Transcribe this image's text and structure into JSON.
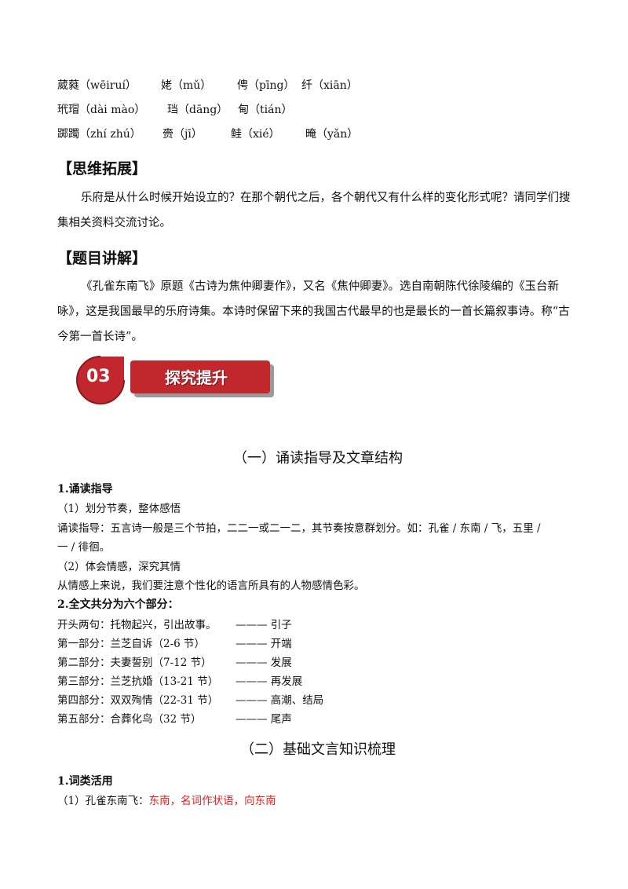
{
  "pinyin_rows": [
    [
      "葳蕤（wēiruí）",
      "姥（mǔ）",
      "俜（pīng）",
      "纤（xiān）"
    ],
    [
      "玳瑁（dài mào）",
      "珰（dāng）",
      "甸（tián）"
    ],
    [
      "踯躅（zhí zhú）",
      "赍（jī）",
      "鲑（xié）",
      "晻（yǎn）"
    ]
  ],
  "thinking": {
    "heading": "【思维拓展】",
    "text": "乐府是从什么时候开始设立的？在那个朝代之后，各个朝代又有什么样的变化形式呢？请同学们搜集相关资料交流讨论。"
  },
  "explanation": {
    "heading": "【题目讲解】",
    "text": "《孔雀东南飞》原题《古诗为焦仲卿妻作》，又名《焦仲卿妻》。选自南朝陈代徐陵编的《玉台新咏》，这是我国最早的乐府诗集。本诗时保留下来的我国古代最早的也是最长的一首长篇叙事诗。称“古今第一首长诗”。"
  },
  "banner": {
    "number": "03",
    "title": "探究提升",
    "color": "#c2272d"
  },
  "section1": {
    "title": "（一）诵读指导及文章结构",
    "h1": "1.诵读指导",
    "p1": "（1）划分节奏，整体感悟",
    "p2a": "诵读指导：五言诗一般是三个节拍，二二一或二一二，其节奏按意群划分。如：孔雀 / 东南 / 飞，五里 /",
    "p2b": "一 / 徘徊。",
    "p3": "（2）体会情感，深究其情",
    "p4": "从情感上来说，我们要注意个性化的语言所具有的人物感情色彩。",
    "h2": "2.全文共分为六个部分：",
    "parts": [
      {
        "left": "开头两句：托物起兴，引出故事。",
        "right": "——— 引子"
      },
      {
        "left": "第一部分：兰芝自诉（2-6 节）",
        "right": "——— 开端"
      },
      {
        "left": "第二部分：夫妻誓别（7-12 节）",
        "right": "——— 发展"
      },
      {
        "left": "第三部分：兰芝抗婚（13-21 节）",
        "right": "——— 再发展"
      },
      {
        "left": "第四部分：双双殉情（22-31 节）",
        "right": "——— 高潮、结局"
      },
      {
        "left": "第五部分：合葬化鸟（32 节）",
        "right": "——— 尾声"
      }
    ]
  },
  "section2": {
    "title": "（二）基础文言知识梳理",
    "h1": "1.词类活用",
    "item_label": "（1）孔雀东南飞：",
    "item_answer": "东南，名词作状语，向东南",
    "answer_color": "#e02020"
  }
}
